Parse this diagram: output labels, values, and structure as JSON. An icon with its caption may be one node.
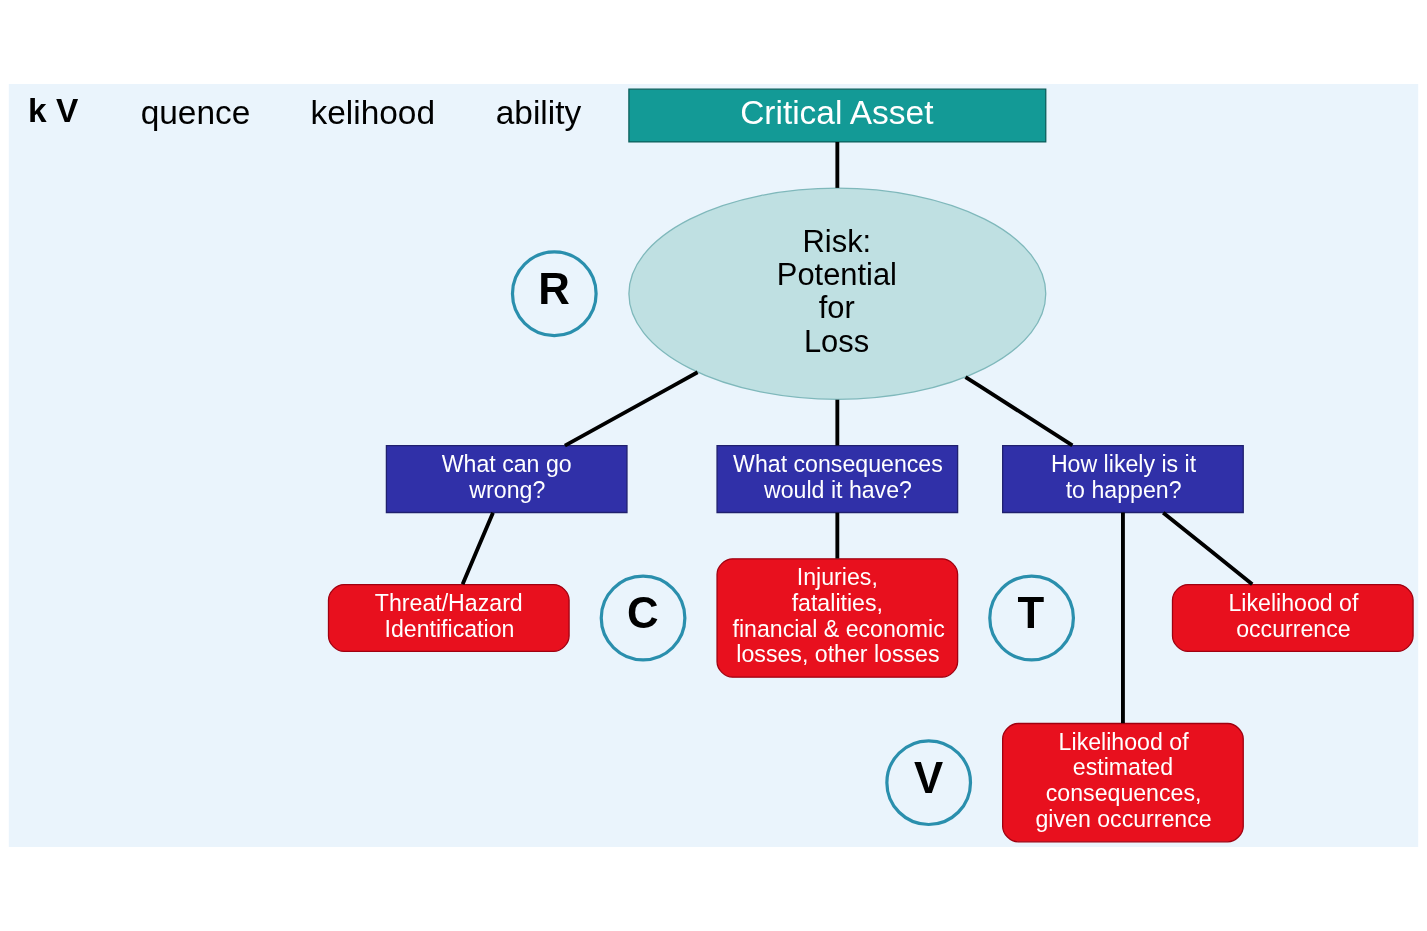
{
  "diagram": {
    "nodes": [
      {
        "text": [
          "Critical Asset"
        ]
      },
      {
        "text": [
          "Risk: Potential for Loss"
        ]
      },
      {
        "text": [
          "What can go wrong?"
        ]
      },
      {
        "text": [
          "What consequences would it have?"
        ]
      },
      {
        "text": [
          "How likely is it to happen?"
        ]
      },
      {
        "text": [
          "Threat/Hazard Identification"
        ]
      },
      {
        "text": [
          "Injuries, fatalities, financial & economic losses, other losses"
        ]
      },
      {
        "text": [
          "Likelihood of occurrence"
        ]
      },
      {
        "text": [
          "Likelihood of estimated consequences, given occurrence"
        ]
      },
      {
        "text": [
          "R"
        ]
      },
      {
        "text": [
          "C"
        ]
      },
      {
        "text": [
          "T"
        ]
      },
      {
        "text": [
          "V"
        ]
      }
    ],
    "edges": [
      {
        "from": 0,
        "to": 1,
        "arrow": "none"
      },
      {
        "from": 1,
        "to": 2,
        "arrow": "none"
      },
      {
        "from": 1,
        "to": 3,
        "arrow": "none"
      },
      {
        "from": 1,
        "to": 4,
        "arrow": "none"
      },
      {
        "from": 2,
        "to": 5,
        "arrow": "none"
      },
      {
        "from": 3,
        "to": 6,
        "arrow": "none"
      },
      {
        "from": 4,
        "to": 7,
        "arrow": "none"
      },
      {
        "from": 4,
        "to": 8,
        "arrow": "none"
      }
    ],
    "labels": [
      "k V",
      "quence",
      "kelihood",
      "ability"
    ]
  }
}
